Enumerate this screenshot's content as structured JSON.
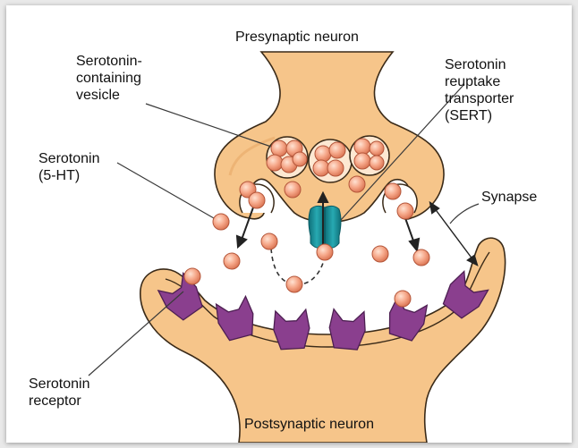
{
  "labels": {
    "presynaptic": "Presynaptic neuron",
    "vesicle": "Serotonin-\ncontaining\nvesicle",
    "sert": "Serotonin\nreuptake\ntransporter\n(SERT)",
    "serotonin": "Serotonin\n(5-HT)",
    "synapse": "Synapse",
    "receptor": "Serotonin\nreceptor",
    "postsynaptic": "Postsynaptic neuron"
  },
  "colors": {
    "neuron_fill": "#f6c58a",
    "neuron_stroke": "#3a2a18",
    "molecule": "#f4a68a",
    "molecule_stroke": "#b4563a",
    "receptor": "#8a3f8e",
    "transporter": "#1a8f98",
    "leader": "#3a3a3a"
  },
  "icons": {
    "molecule": "serotonin-molecule-icon",
    "receptor": "receptor-icon",
    "transporter": "transporter-icon"
  }
}
